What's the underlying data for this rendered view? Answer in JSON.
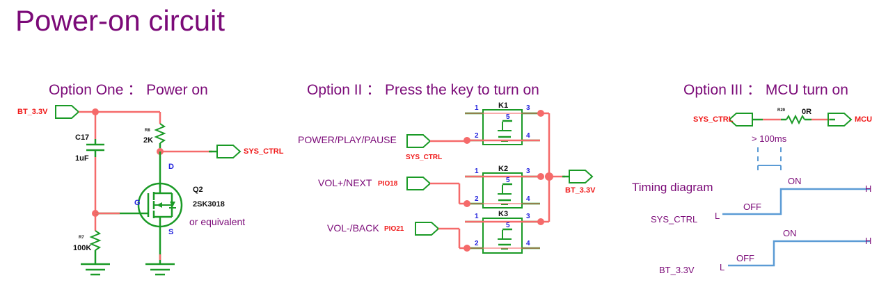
{
  "title": "Power-on circuit",
  "colors": {
    "title_purple": "#7b0a78",
    "wire_red": "#f56a6a",
    "symbol_green": "#1a9a26",
    "net_label_red": "#f01818",
    "pin_blue": "#2222dd",
    "waveform_blue": "#5b9bd5"
  },
  "option1": {
    "heading": "Option One ： Power on",
    "ports": {
      "supply": "BT_3.3V",
      "output": "SYS_CTRL"
    },
    "components": [
      {
        "designator": "C17",
        "value": "1uF"
      },
      {
        "designator": "R8",
        "value": "2K"
      },
      {
        "designator": "R7",
        "value": "100K"
      },
      {
        "designator": "Q2",
        "value": "2SK3018",
        "note": "or equivalent"
      }
    ],
    "mosfet_pins": {
      "drain": "D",
      "gate": "G",
      "source": "S"
    }
  },
  "option2": {
    "heading": "Option II ： Press the key to turn on",
    "rail": "BT_3.3V",
    "keys": [
      {
        "designator": "K1",
        "function": "POWER/PLAY/PAUSE",
        "net": "SYS_CTRL",
        "pins": [
          "1",
          "2",
          "3",
          "4",
          "5"
        ]
      },
      {
        "designator": "K2",
        "function": "VOL+/NEXT",
        "net": "PIO18",
        "pins": [
          "1",
          "2",
          "3",
          "4",
          "5"
        ]
      },
      {
        "designator": "K3",
        "function": "VOL-/BACK",
        "net": "PIO21",
        "pins": [
          "1",
          "2",
          "3",
          "4",
          "5"
        ]
      }
    ]
  },
  "option3": {
    "heading": "Option III ： MCU turn on",
    "ports": {
      "left": "SYS_CTRL",
      "right": "MCU"
    },
    "resistor": {
      "designator": "R29",
      "value": "0R"
    },
    "timing": {
      "caption": "Timing diagram",
      "pulse_width": "> 100ms",
      "signals": [
        {
          "name": "SYS_CTRL",
          "low_label": "L",
          "high_label": "H",
          "before": "OFF",
          "after": "ON"
        },
        {
          "name": "BT_3.3V",
          "low_label": "L",
          "high_label": "H",
          "before": "OFF",
          "after": "ON"
        }
      ]
    }
  }
}
